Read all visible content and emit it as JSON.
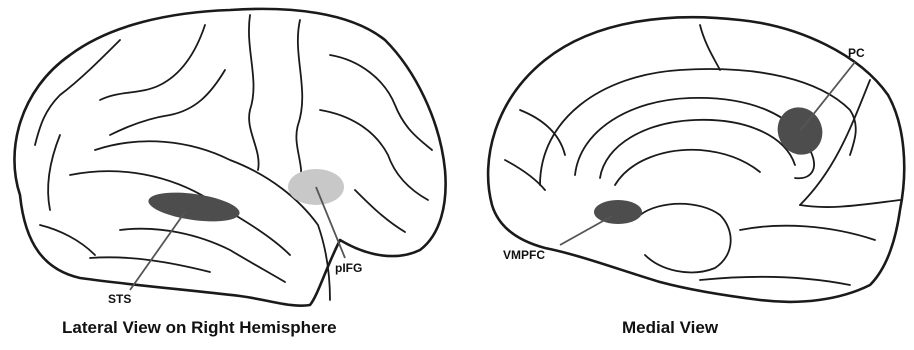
{
  "left_panel": {
    "caption": "Lateral View on Right Hemisphere",
    "regions": [
      {
        "label": "STS",
        "color": "#4d4d4d"
      },
      {
        "label": "pIFG",
        "color": "#c8c8c8"
      }
    ]
  },
  "right_panel": {
    "caption": "Medial View",
    "regions": [
      {
        "label": "PC",
        "color": "#4d4d4d"
      },
      {
        "label": "VMPFC",
        "color": "#4d4d4d"
      }
    ]
  }
}
